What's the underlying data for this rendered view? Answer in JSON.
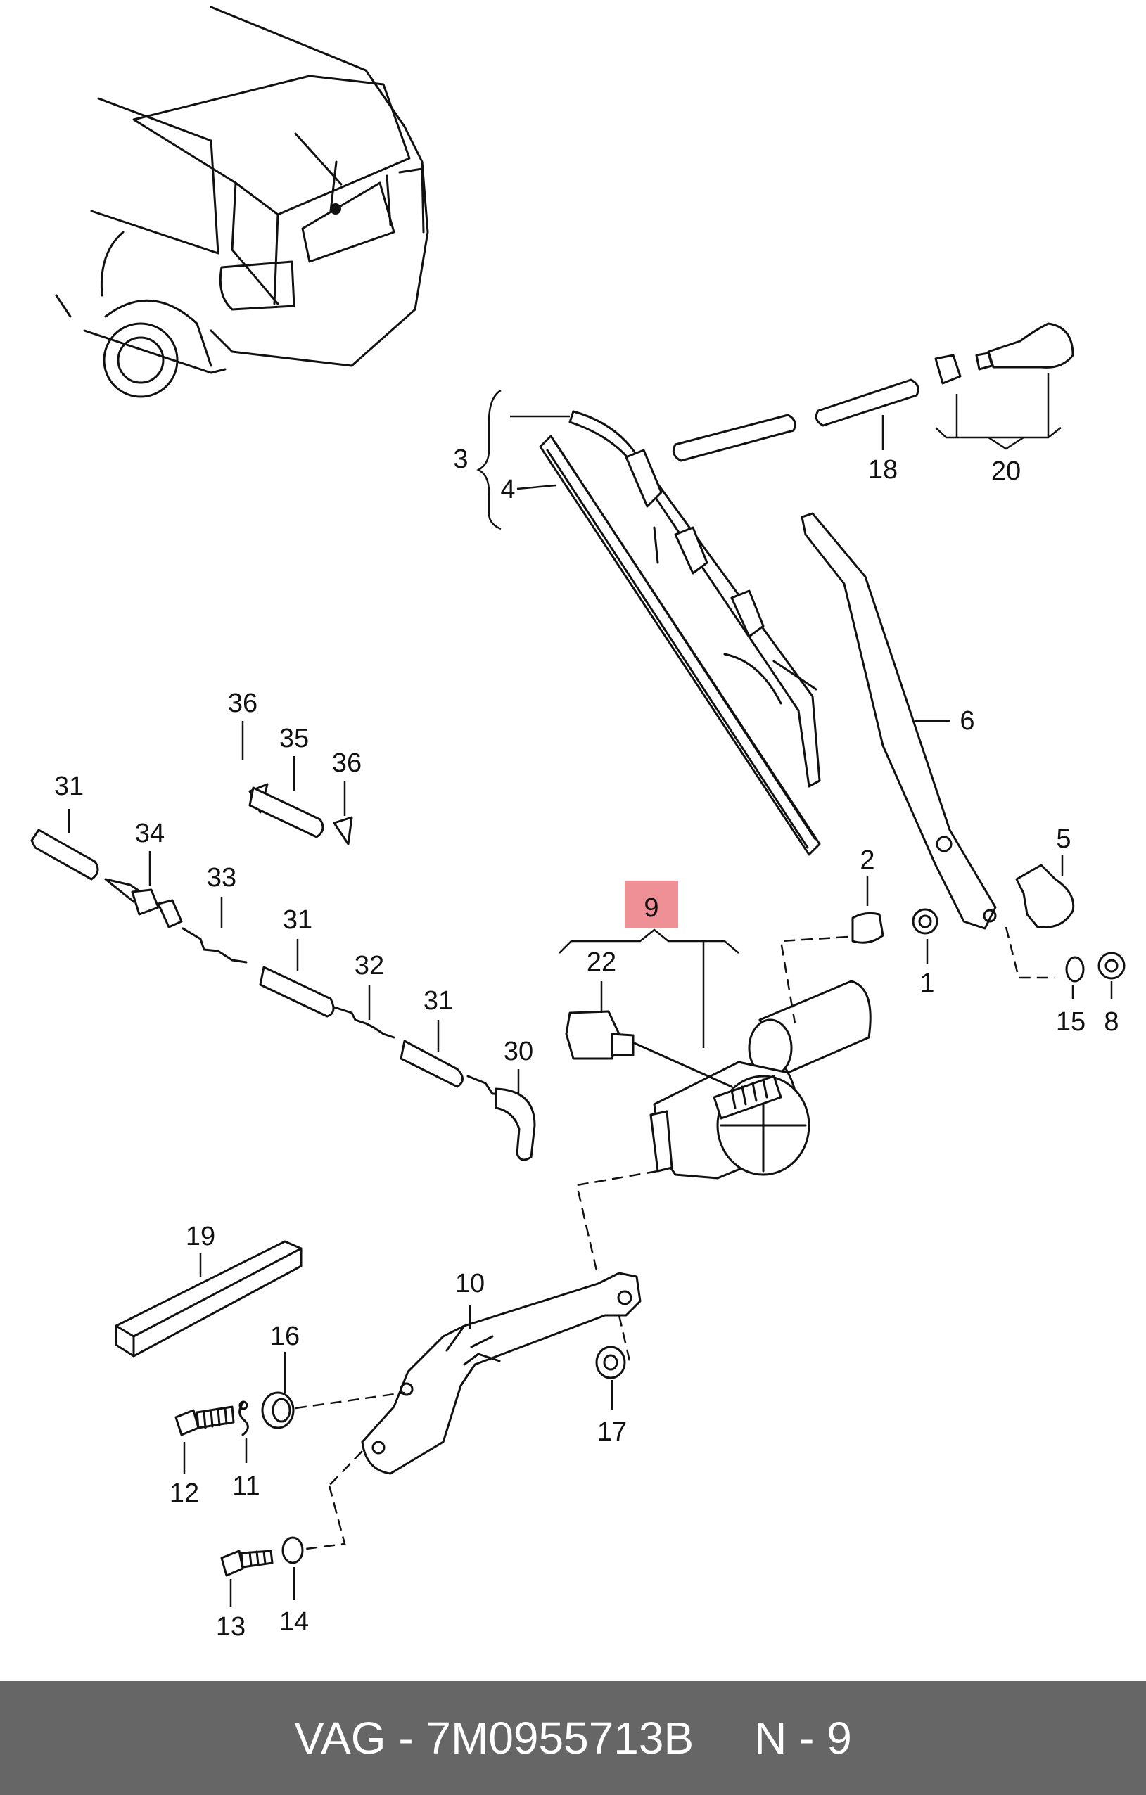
{
  "callouts": [
    "1",
    "2",
    "3",
    "4",
    "5",
    "6",
    "8",
    "9",
    "10",
    "11",
    "12",
    "13",
    "14",
    "15",
    "16",
    "17",
    "18",
    "19",
    "20",
    "22",
    "30",
    "31",
    "32",
    "33",
    "34",
    "35",
    "36"
  ],
  "highlighted_callout": "9",
  "highlight_color": "#ef8f96",
  "footer": {
    "part_number": "VAG - 7M0955713B",
    "position_ref": "N - 9",
    "background": "#666666",
    "text_color": "#ffffff"
  }
}
